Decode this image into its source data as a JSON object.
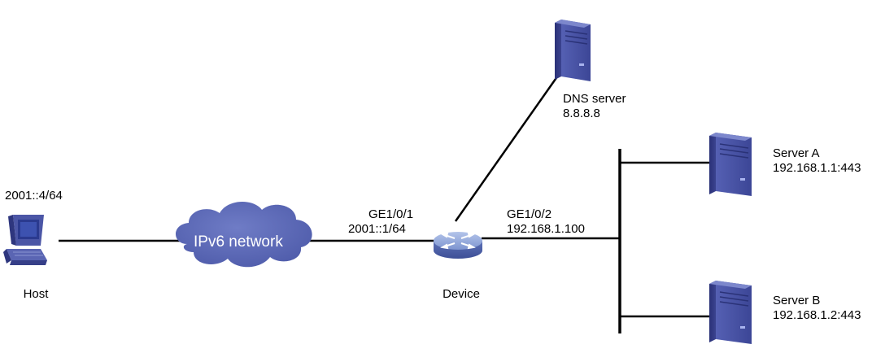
{
  "host": {
    "label": "Host",
    "address": "2001::4/64"
  },
  "cloud": {
    "label": "IPv6 network"
  },
  "device": {
    "label": "Device",
    "if1": {
      "name": "GE1/0/1",
      "address": "2001::1/64"
    },
    "if2": {
      "name": "GE1/0/2",
      "address": "192.168.1.100"
    }
  },
  "dns_server": {
    "label": "DNS server",
    "address": "8.8.8.8"
  },
  "server_a": {
    "label": "Server A",
    "address": "192.168.1.1:443"
  },
  "server_b": {
    "label": "Server B",
    "address": "192.168.1.2:443"
  },
  "colors": {
    "line": "#000000",
    "cloud": "#5a67b6",
    "server_front": "#4a55a8",
    "server_side": "#2e3580",
    "router_top": "#8fa6d8",
    "router_body": "#5b6fb5"
  }
}
